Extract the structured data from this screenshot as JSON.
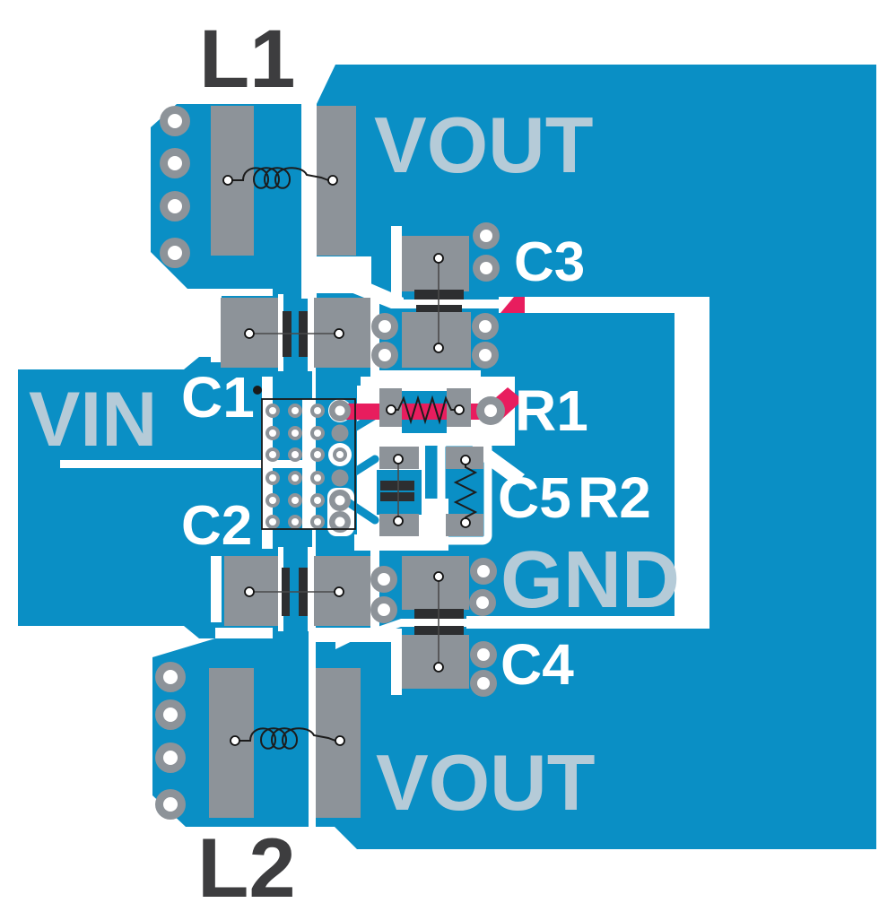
{
  "net_labels": {
    "vin": "VIN",
    "vout_top": "VOUT",
    "vout_bottom": "VOUT",
    "gnd": "GND"
  },
  "designators": {
    "l1": "L1",
    "l2": "L2",
    "c1": "C1",
    "c2": "C2",
    "c3": "C3",
    "c4": "C4",
    "c5": "C5",
    "r1": "R1",
    "r2": "R2"
  },
  "colors": {
    "copper": "#0a8fc5",
    "substrate": "#ffffff",
    "pad_gray": "#8d9399",
    "net_text": "#b5cbd8",
    "designator_dark": "#3d3d3f",
    "designator_white": "#ffffff",
    "highlight_pink": "#e81d5e",
    "capacitor_bar": "#2d2e30",
    "ic_outline": "#1a1a1a"
  }
}
